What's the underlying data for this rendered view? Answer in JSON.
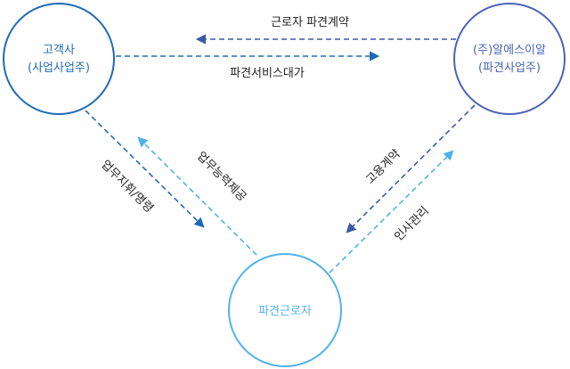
{
  "nodes": {
    "client": {
      "line1": "고객사",
      "line2": "(사업사업주)",
      "color": "#1f6bb5"
    },
    "agency": {
      "line1": "(주)알에스이알",
      "line2": "(파견사업주)",
      "color": "#4a63b8"
    },
    "worker": {
      "line1": "파견근로자",
      "color": "#4fb3ea"
    }
  },
  "edges": {
    "labor_contract": "근로자 파견계약",
    "dispatch_fee": "파견서비스대가",
    "work_direction": "업무지휘/명령",
    "labor_provision": "업무능력제공",
    "employment_contract": "고용계약",
    "hr_management": "인사관리"
  }
}
